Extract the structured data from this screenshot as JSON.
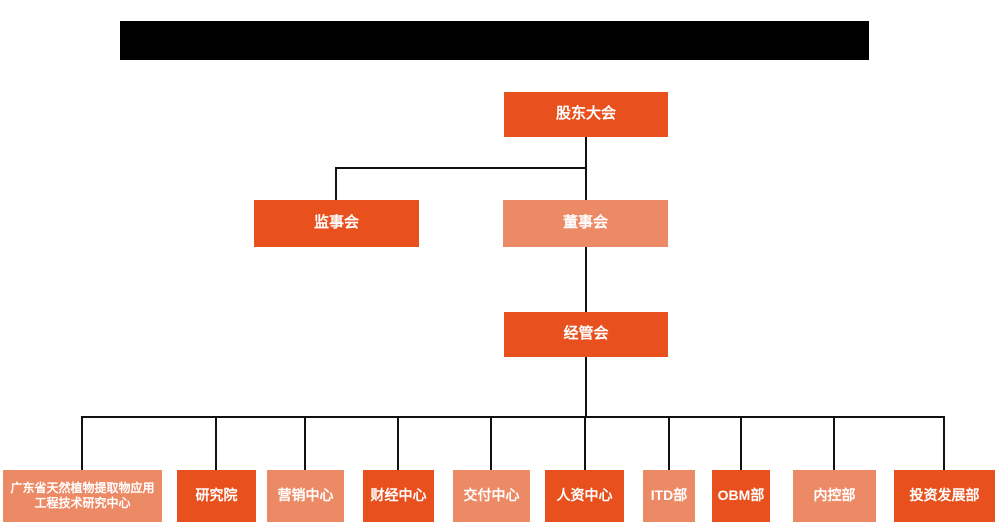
{
  "colors": {
    "dark_orange": "#E8501D",
    "light_orange": "#ED8A66",
    "line": "#111111",
    "text": "#FFFFFF",
    "redacted_bar": "#000000"
  },
  "org": {
    "level1": {
      "shareholders_meeting": {
        "label": "股东大会",
        "variant": "dark"
      }
    },
    "level2": {
      "supervisory_board": {
        "label": "监事会",
        "variant": "dark"
      },
      "board_of_directors": {
        "label": "董事会",
        "variant": "light"
      }
    },
    "level3": {
      "management_committee": {
        "label": "经管会",
        "variant": "dark"
      }
    },
    "departments": [
      {
        "label": "广东省天然植物提取物应用工程技术研究中心",
        "variant": "light"
      },
      {
        "label": "研究院",
        "variant": "dark"
      },
      {
        "label": "营销中心",
        "variant": "light"
      },
      {
        "label": "财经中心",
        "variant": "dark"
      },
      {
        "label": "交付中心",
        "variant": "light"
      },
      {
        "label": "人资中心",
        "variant": "dark"
      },
      {
        "label": "ITD部",
        "variant": "light"
      },
      {
        "label": "OBM部",
        "variant": "dark"
      },
      {
        "label": "内控部",
        "variant": "light"
      },
      {
        "label": "投资发展部",
        "variant": "dark"
      }
    ]
  }
}
